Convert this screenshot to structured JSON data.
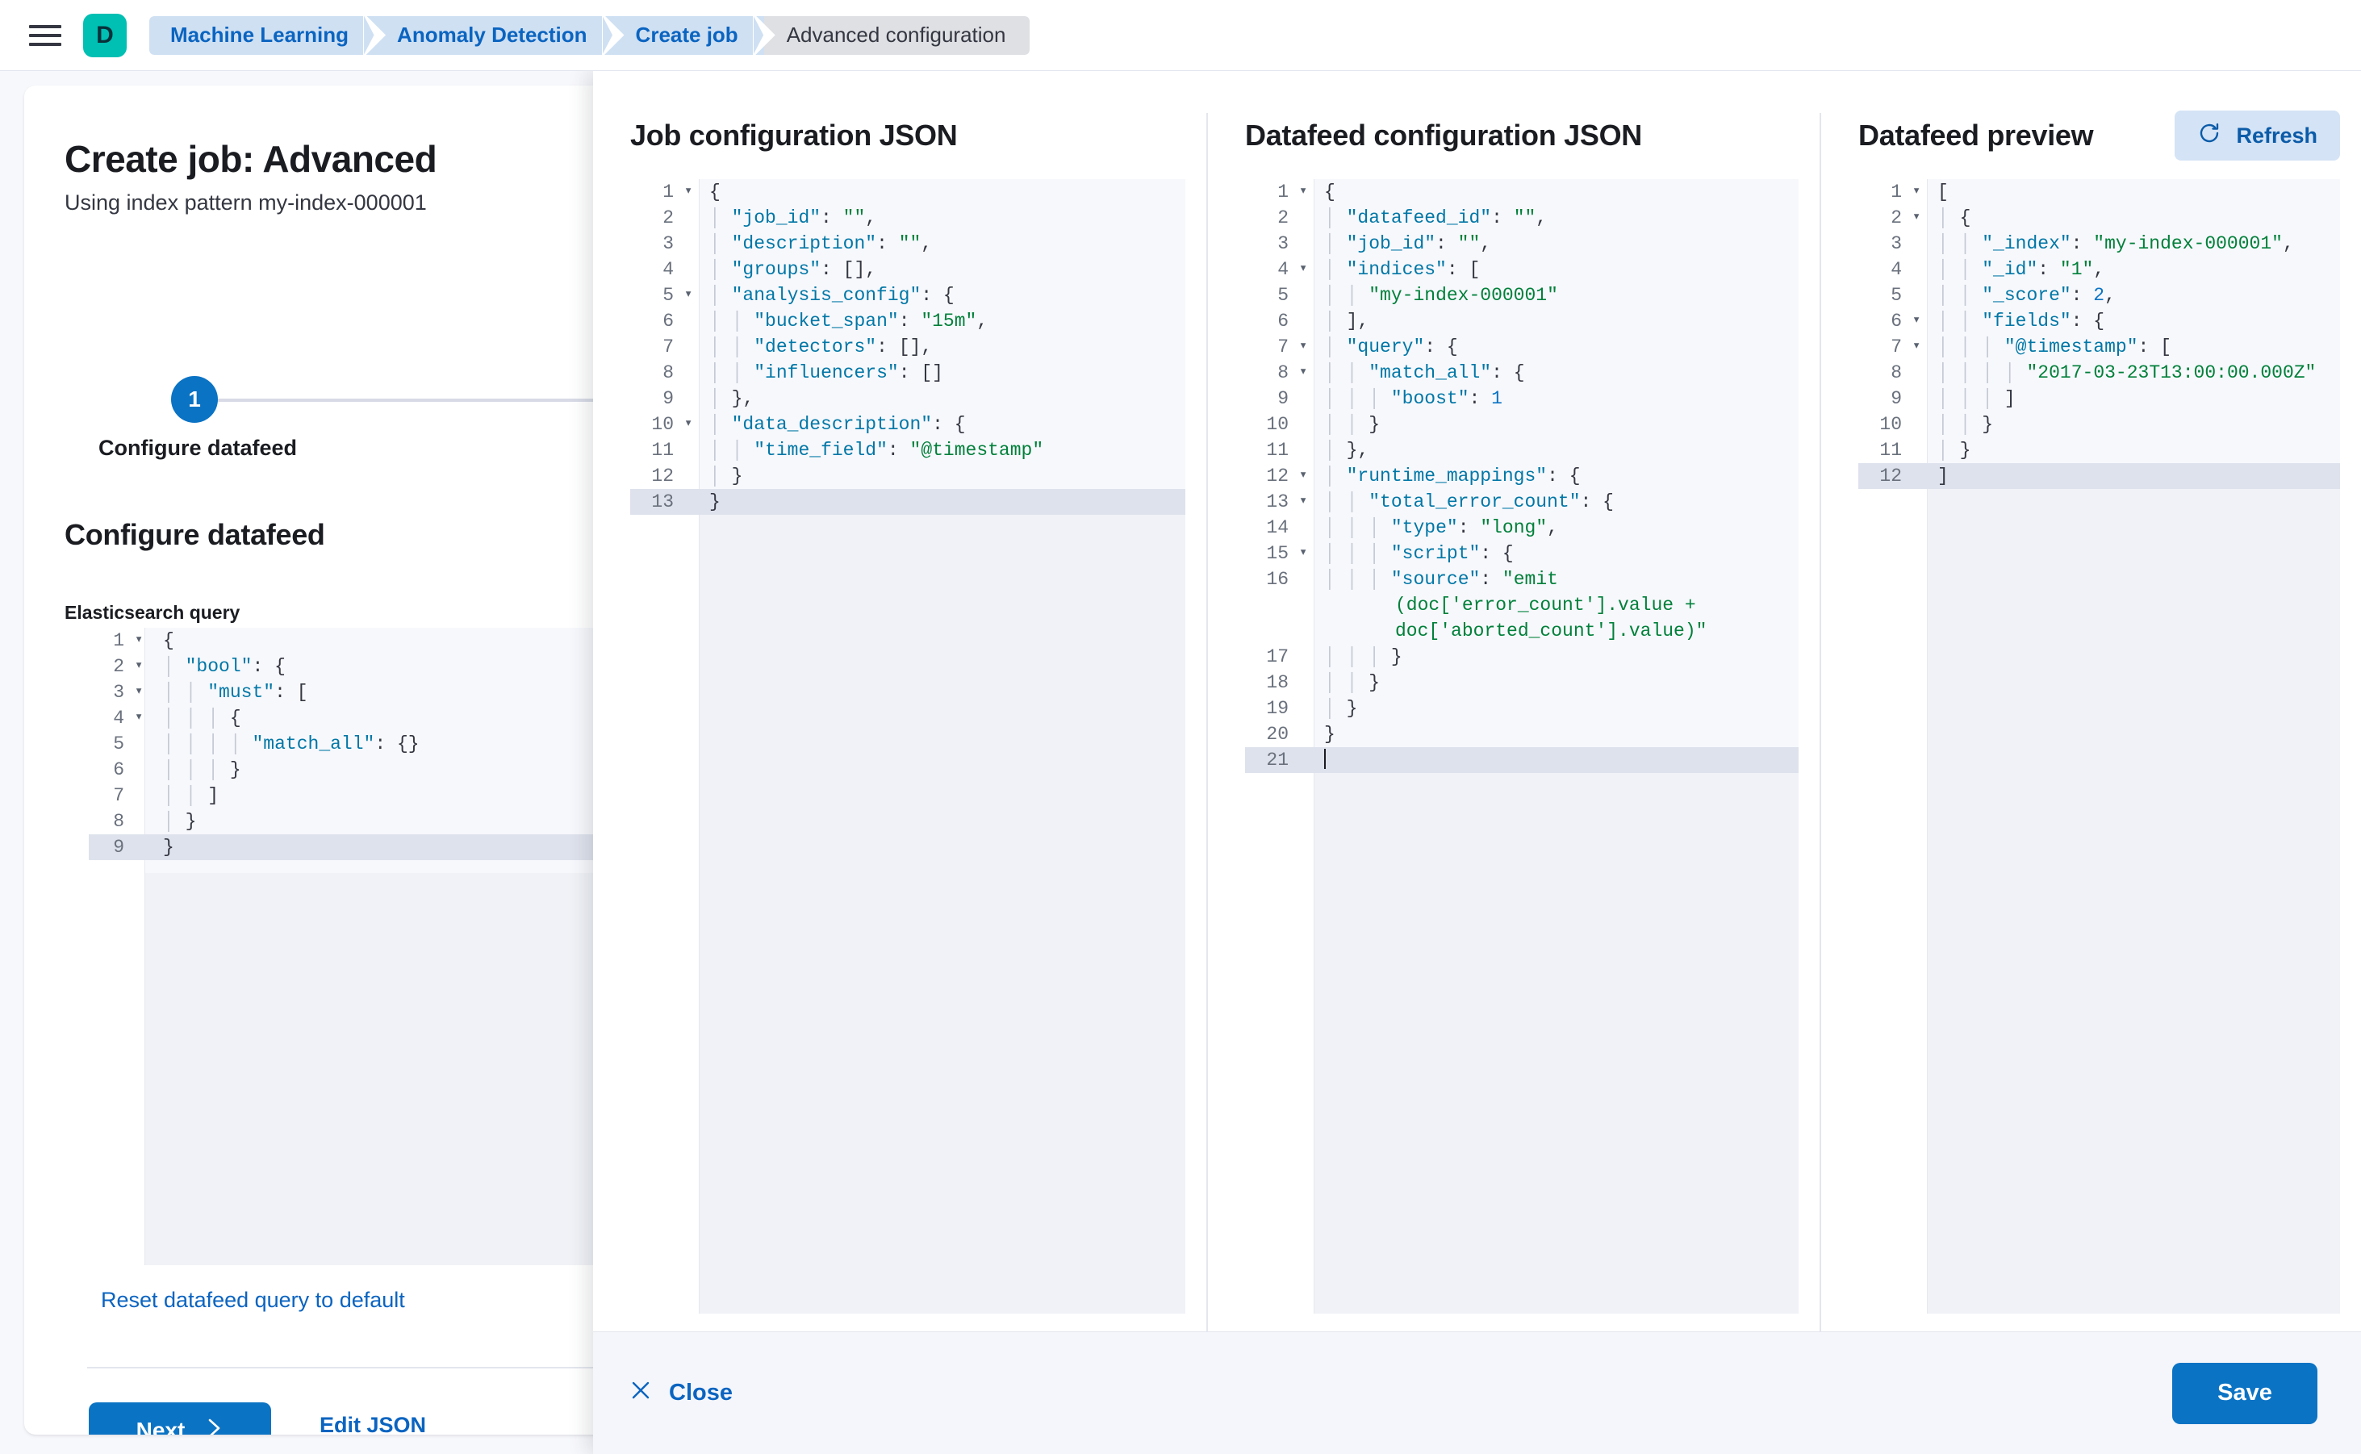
{
  "topnav": {
    "menu_icon": "hamburger-menu-icon",
    "space_avatar": "D",
    "breadcrumbs": [
      {
        "label": "Machine Learning",
        "active": false
      },
      {
        "label": "Anomaly Detection",
        "active": false
      },
      {
        "label": "Create job",
        "active": false
      },
      {
        "label": "Advanced configuration",
        "active": true
      }
    ]
  },
  "page": {
    "title": "Create job: Advanced",
    "subtitle": "Using index pattern my-index-000001",
    "step": {
      "number": "1",
      "label": "Configure datafeed"
    },
    "section_title": "Configure datafeed",
    "query_field_label": "Elasticsearch query",
    "reset_link": "Reset datafeed query to default",
    "next_button": "Next",
    "next_chevron": "chevron-right-icon",
    "edit_json_link": "Edit JSON",
    "query_editor": {
      "lines": [
        {
          "n": "1",
          "fold": true,
          "text": "{"
        },
        {
          "n": "2",
          "fold": true,
          "text": "  \"bool\": {"
        },
        {
          "n": "3",
          "fold": true,
          "text": "    \"must\": ["
        },
        {
          "n": "4",
          "fold": true,
          "text": "      {"
        },
        {
          "n": "5",
          "fold": false,
          "text": "        \"match_all\": {}"
        },
        {
          "n": "6",
          "fold": false,
          "text": "      }"
        },
        {
          "n": "7",
          "fold": false,
          "text": "    ]"
        },
        {
          "n": "8",
          "fold": false,
          "text": "  }"
        },
        {
          "n": "9",
          "fold": false,
          "text": "}",
          "highlight": true
        }
      ]
    }
  },
  "flyout": {
    "panels": [
      {
        "title": "Job configuration JSON",
        "name": "job-configuration-json",
        "lines": [
          {
            "n": "1",
            "fold": true,
            "text": "{"
          },
          {
            "n": "2",
            "fold": false,
            "text": "  \"job_id\": \"\","
          },
          {
            "n": "3",
            "fold": false,
            "text": "  \"description\": \"\","
          },
          {
            "n": "4",
            "fold": false,
            "text": "  \"groups\": [],"
          },
          {
            "n": "5",
            "fold": true,
            "text": "  \"analysis_config\": {"
          },
          {
            "n": "6",
            "fold": false,
            "text": "    \"bucket_span\": \"15m\","
          },
          {
            "n": "7",
            "fold": false,
            "text": "    \"detectors\": [],"
          },
          {
            "n": "8",
            "fold": false,
            "text": "    \"influencers\": []"
          },
          {
            "n": "9",
            "fold": false,
            "text": "  },"
          },
          {
            "n": "10",
            "fold": true,
            "text": "  \"data_description\": {"
          },
          {
            "n": "11",
            "fold": false,
            "text": "    \"time_field\": \"@timestamp\""
          },
          {
            "n": "12",
            "fold": false,
            "text": "  }"
          },
          {
            "n": "13",
            "fold": false,
            "text": "}",
            "highlight": true
          }
        ]
      },
      {
        "title": "Datafeed configuration JSON",
        "name": "datafeed-configuration-json",
        "lines": [
          {
            "n": "1",
            "fold": true,
            "text": "{"
          },
          {
            "n": "2",
            "fold": false,
            "text": "  \"datafeed_id\": \"\","
          },
          {
            "n": "3",
            "fold": false,
            "text": "  \"job_id\": \"\","
          },
          {
            "n": "4",
            "fold": true,
            "text": "  \"indices\": ["
          },
          {
            "n": "5",
            "fold": false,
            "text": "    \"my-index-000001\""
          },
          {
            "n": "6",
            "fold": false,
            "text": "  ],"
          },
          {
            "n": "7",
            "fold": true,
            "text": "  \"query\": {"
          },
          {
            "n": "8",
            "fold": true,
            "text": "    \"match_all\": {"
          },
          {
            "n": "9",
            "fold": false,
            "text": "      \"boost\": 1"
          },
          {
            "n": "10",
            "fold": false,
            "text": "    }"
          },
          {
            "n": "11",
            "fold": false,
            "text": "  },"
          },
          {
            "n": "12",
            "fold": true,
            "text": "  \"runtime_mappings\": {"
          },
          {
            "n": "13",
            "fold": true,
            "text": "    \"total_error_count\": {"
          },
          {
            "n": "14",
            "fold": false,
            "text": "      \"type\": \"long\","
          },
          {
            "n": "15",
            "fold": true,
            "text": "      \"script\": {"
          },
          {
            "n": "16",
            "fold": false,
            "text": "        \"source\": \"emit(doc['error_count'].value + doc['aborted_count'].value)\"",
            "wrap": true
          },
          {
            "n": "17",
            "fold": false,
            "text": "      }"
          },
          {
            "n": "18",
            "fold": false,
            "text": "    }"
          },
          {
            "n": "19",
            "fold": false,
            "text": "  }"
          },
          {
            "n": "20",
            "fold": false,
            "text": "}"
          },
          {
            "n": "21",
            "fold": false,
            "text": "",
            "caret": true,
            "highlight": true
          }
        ]
      },
      {
        "title": "Datafeed preview",
        "name": "datafeed-preview",
        "refresh_button": {
          "label": "Refresh",
          "icon": "refresh-icon"
        },
        "lines": [
          {
            "n": "1",
            "fold": true,
            "text": "["
          },
          {
            "n": "2",
            "fold": true,
            "text": "  {"
          },
          {
            "n": "3",
            "fold": false,
            "text": "    \"_index\": \"my-index-000001\","
          },
          {
            "n": "4",
            "fold": false,
            "text": "    \"_id\": \"1\","
          },
          {
            "n": "5",
            "fold": false,
            "text": "    \"_score\": 2,"
          },
          {
            "n": "6",
            "fold": true,
            "text": "    \"fields\": {"
          },
          {
            "n": "7",
            "fold": true,
            "text": "      \"@timestamp\": ["
          },
          {
            "n": "8",
            "fold": false,
            "text": "        \"2017-03-23T13:00:00.000Z\""
          },
          {
            "n": "9",
            "fold": false,
            "text": "      ]"
          },
          {
            "n": "10",
            "fold": false,
            "text": "    }"
          },
          {
            "n": "11",
            "fold": false,
            "text": "  }"
          },
          {
            "n": "12",
            "fold": false,
            "text": "]",
            "highlight": true
          }
        ]
      }
    ],
    "footer": {
      "close_label": "Close",
      "close_icon": "close-x-icon",
      "save_label": "Save"
    }
  },
  "colors": {
    "primary": "#0b73c4",
    "link": "#0b64c0",
    "brand_teal": "#00bfb3",
    "crumb_bg": "#cfe0f3",
    "crumb_active_bg": "#dfe0e4",
    "editor_bg": "#f7f8fc",
    "highlight_line": "#dee2ec",
    "json_key": "#0077a6",
    "json_string": "#00803a",
    "json_number": "#0b73c4"
  }
}
